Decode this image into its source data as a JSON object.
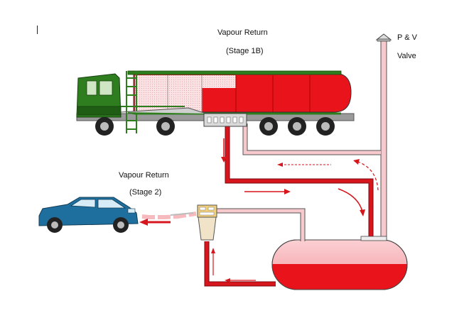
{
  "labels": {
    "vapour_return_top": "Vapour Return",
    "stage_1b": "(Stage 1B)",
    "pv_line1": "P & V",
    "pv_line2": "Valve",
    "vapour_return_left": "Vapour Return",
    "stage_2": "(Stage 2)"
  },
  "colors": {
    "fuel_red": "#e8131b",
    "pipe_dark_red": "#b3121a",
    "vapour_pink": "#f7c9cc",
    "cab_green": "#2e7d1e",
    "car_blue": "#1f6f9e",
    "tank_pink": "#f8b4b9"
  }
}
